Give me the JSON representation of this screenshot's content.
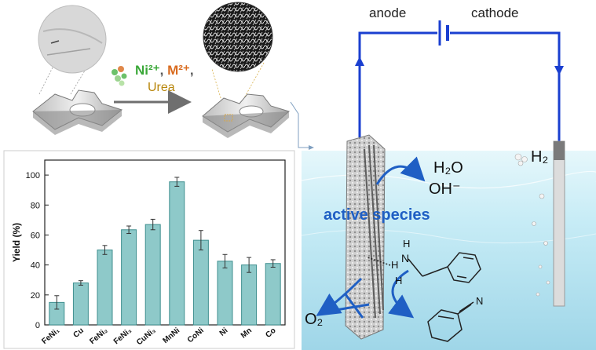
{
  "synthesis": {
    "reagent_ni": "Ni²⁺",
    "reagent_comma1": ",",
    "reagent_m": "M²⁺",
    "reagent_comma2": ",",
    "reagent_urea": "Urea"
  },
  "cell": {
    "anode_label": "anode",
    "cathode_label": "cathode",
    "h2o": "H₂O",
    "oh": "OH⁻",
    "active_species": "active species",
    "h2": "H₂",
    "o2": "O₂",
    "amine_h1": "H",
    "amine_n": "N",
    "amine_h2": "H",
    "amine_h3": "H",
    "nitrile_n": "N"
  },
  "colors": {
    "circuit": "#1a3fd0",
    "bar": "#8ec9c9",
    "bar_stroke": "#3f8f8f",
    "electrolyte": "#c7ecf6",
    "ni_color": "#3aa838",
    "m_color": "#d96b1f",
    "urea_color": "#b8860b",
    "active_color": "#1f5fc4"
  },
  "chart_data": {
    "type": "bar",
    "categories": [
      "FeNi₁",
      "Cu",
      "FeNi₂",
      "FeNi₃",
      "CuNi₃",
      "MnNi",
      "CoNi",
      "Ni",
      "Mn",
      "Co"
    ],
    "values": [
      15,
      28,
      50,
      63.5,
      67,
      95.5,
      56.5,
      42.5,
      40,
      41
    ],
    "errors": [
      4.5,
      1.5,
      3,
      2.5,
      3.5,
      3,
      6.5,
      4.5,
      5,
      2.5
    ],
    "ylabel": "Yield (%)",
    "xlabel": "",
    "ylim": [
      0,
      110
    ],
    "yticks": [
      0,
      20,
      40,
      60,
      80,
      100
    ],
    "grid": false
  }
}
